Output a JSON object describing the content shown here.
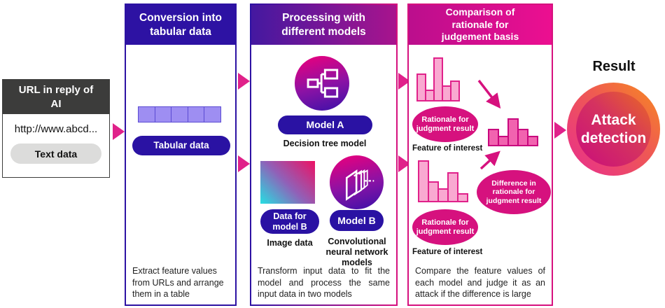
{
  "input_box": {
    "title": "URL in reply of AI",
    "url": "http://www.abcd...",
    "tag": "Text data"
  },
  "conversion": {
    "title": "Conversion into tabular data",
    "pill": "Tabular data",
    "caption": "Extract feature values from URLs and arrange them in a table"
  },
  "processing": {
    "title": "Processing with different models",
    "model_a_pill": "Model A",
    "model_a_caption": "Decision tree model",
    "data_b_pill": "Data for model B",
    "data_b_caption": "Image data",
    "model_b_pill": "Model B",
    "model_b_caption": "Convolutional neural network models",
    "caption": "Transform input data to fit the model and process the same input data in two models"
  },
  "comparison": {
    "title": "Comparison of rationale for judgement basis",
    "rationale_a": "Rationale for judgment result",
    "feature_a": "Feature of interest",
    "rationale_b": "Rationale for judgment result",
    "feature_b": "Feature of interest",
    "difference": "Difference in rationale for judgment result",
    "caption": "Compare the feature values of each model and judge it as an attack if the difference is large"
  },
  "result": {
    "label": "Result",
    "circle_label": "Attack detection"
  },
  "colors": {
    "indigo": "#2A12A3",
    "magenta": "#D6117E",
    "arrow_pink": "#E0218A",
    "bar_fill": "#F9A9D1",
    "bar_stroke": "#E0218A",
    "diff_bar_fill": "#F163AF",
    "diff_bar_stroke": "#C9077E",
    "orange": "#F78C1E",
    "header_gray": "#3C3C3B"
  },
  "chart_data": [
    {
      "id": "model-a-rationale",
      "type": "bar",
      "values": [
        40,
        17,
        63,
        23,
        30
      ],
      "title": "Rationale for judgment result",
      "xlabel": "Feature of interest"
    },
    {
      "id": "model-b-rationale",
      "type": "bar",
      "values": [
        60,
        30,
        20,
        43,
        13
      ],
      "title": "Rationale for judgment result",
      "xlabel": "Feature of interest"
    },
    {
      "id": "difference",
      "type": "bar",
      "values": [
        25,
        15,
        40,
        25,
        15
      ],
      "title": "Difference in rationale for judgment result"
    }
  ]
}
